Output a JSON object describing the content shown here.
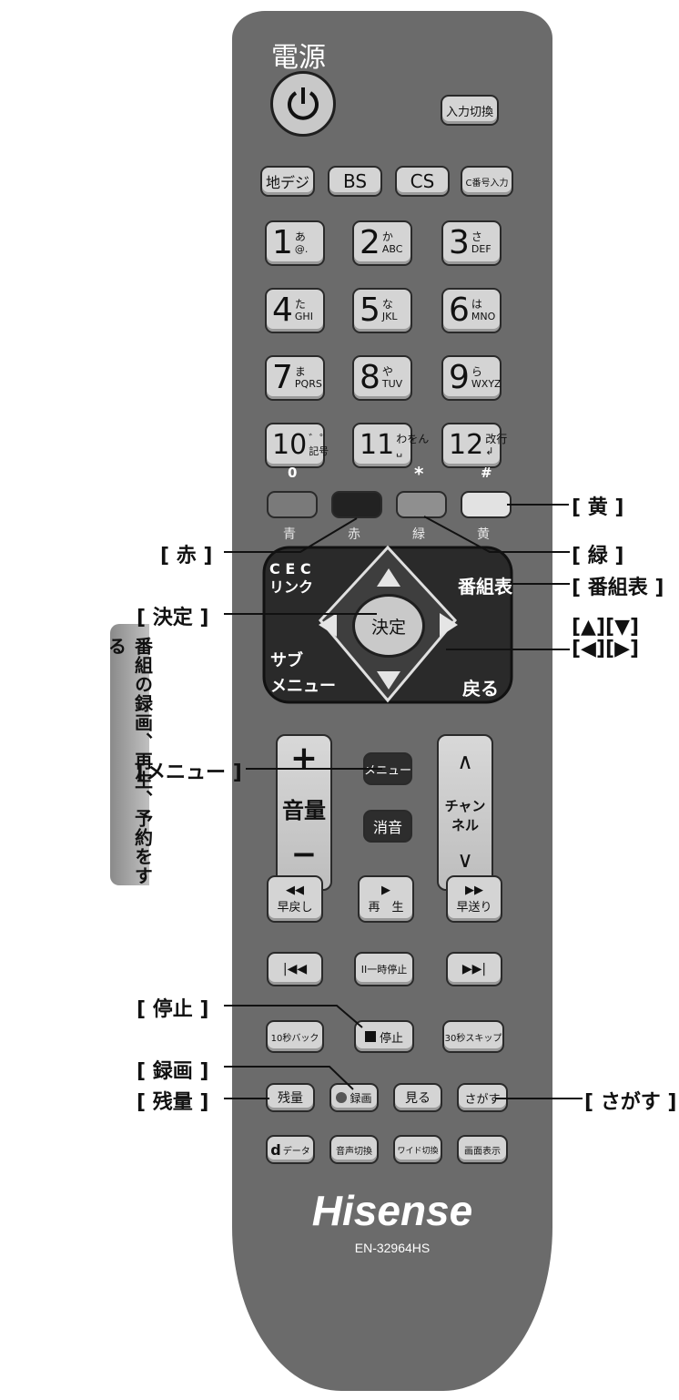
{
  "side_tab": "番組の録画、再生、予約をする",
  "top": {
    "power_title": "電源",
    "input_switch": "入力切換"
  },
  "broadcast": {
    "terrestrial": "地デジ",
    "bs": "BS",
    "cs": "CS",
    "ch_input": "C番号入力"
  },
  "number_keys": [
    {
      "num": "1",
      "kana": "あ",
      "sub": "@."
    },
    {
      "num": "2",
      "kana": "か",
      "sub": "ABC"
    },
    {
      "num": "3",
      "kana": "さ",
      "sub": "DEF"
    },
    {
      "num": "4",
      "kana": "た",
      "sub": "GHI"
    },
    {
      "num": "5",
      "kana": "な",
      "sub": "JKL"
    },
    {
      "num": "6",
      "kana": "は",
      "sub": "MNO"
    },
    {
      "num": "7",
      "kana": "ま",
      "sub": "PQRS"
    },
    {
      "num": "8",
      "kana": "や",
      "sub": "TUV"
    },
    {
      "num": "9",
      "kana": "ら",
      "sub": "WXYZ"
    },
    {
      "num": "10",
      "kana": "゛゜",
      "sub": "記号"
    },
    {
      "num": "11",
      "kana": "わをん",
      "sub": "␣"
    },
    {
      "num": "12",
      "kana": "改行",
      "sub": "↲"
    }
  ],
  "symbol_row": {
    "zero": "0",
    "star": "*",
    "hash": "#"
  },
  "color_keys": [
    {
      "label": "青",
      "color": "#7a7a7a"
    },
    {
      "label": "赤",
      "color": "#222222"
    },
    {
      "label": "緑",
      "color": "#8f8f8f"
    },
    {
      "label": "黄",
      "color": "#e2e2e2"
    }
  ],
  "nav": {
    "cec_line1": "C E C",
    "cec_line2": "リンク",
    "program_guide": "番組表",
    "ok": "決定",
    "submenu_line1": "サブ",
    "submenu_line2": "メニュー",
    "back": "戻る"
  },
  "volume": {
    "plus": "+",
    "label": "音量",
    "minus": "−"
  },
  "menu": "メニュー",
  "mute": "消音",
  "channel": {
    "up": "∧",
    "label": "チャンネル",
    "down": "∨"
  },
  "transport": {
    "rewind": "早戻し",
    "play": "再　生",
    "ffwd": "早送り",
    "pause": "II一時停止",
    "stop": "停止",
    "skip_back_10": "10秒バック",
    "skip_fwd_30": "30秒スキップ"
  },
  "bottom_row1": {
    "remaining": "残量",
    "record": "録画",
    "view": "見る",
    "search": "さがす"
  },
  "bottom_row2": {
    "d_data": "データ",
    "audio": "音声切換",
    "wide": "ワイド切換",
    "screen": "画面表示"
  },
  "brand": "Hisense",
  "model": "EN-32964HS",
  "annotations": {
    "yellow": "[ 黄 ]",
    "red": "[ 赤 ]",
    "green": "[ 緑 ]",
    "guide": "[ 番組表 ]",
    "ok": "[ 決定 ]",
    "updown": "[▲][▼]",
    "leftright": "[◀][▶]",
    "menu": "[メニュー ]",
    "stop": "[ 停止 ]",
    "record": "[ 録画 ]",
    "remaining": "[ 残量 ]",
    "search": "[ さがす ]"
  }
}
